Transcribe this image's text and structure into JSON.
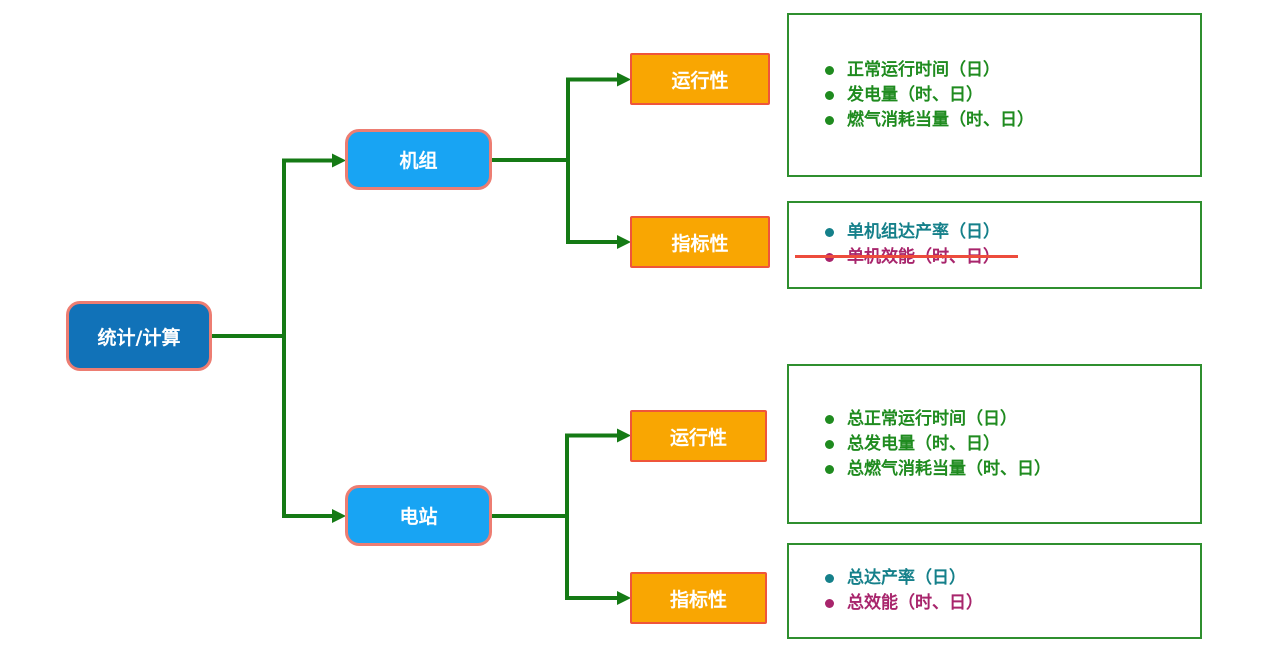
{
  "palette": {
    "background": "#FFFFFF",
    "root_fill": "#1172B8",
    "child_fill": "#18A4F3",
    "orange_fill": "#F9A602",
    "node_border": "#ED7D72",
    "orange_border": "#EF553B",
    "node_text": "#FFFFFF",
    "connector": "#157A15",
    "green_box_border": "#2F8F2F",
    "green": "#1F8B1F",
    "teal": "#15808A",
    "magenta": "#A8256C",
    "strike": "#ED4C3C"
  },
  "nodes": {
    "root": {
      "label": "统计/计算"
    },
    "unit": {
      "label": "机组"
    },
    "station": {
      "label": "电站"
    },
    "unit_operational": {
      "label": "运行性"
    },
    "unit_indicator": {
      "label": "指标性"
    },
    "station_operational": {
      "label": "运行性"
    },
    "station_indicator": {
      "label": "指标性"
    }
  },
  "lists": {
    "unit_operational": {
      "items": [
        {
          "text": "正常运行时间（日）",
          "color": "green"
        },
        {
          "text": "发电量（时、日）",
          "color": "green"
        },
        {
          "text": "燃气消耗当量（时、日）",
          "color": "green"
        }
      ]
    },
    "unit_indicator": {
      "items": [
        {
          "text": "单机组达产率（日）",
          "color": "teal"
        },
        {
          "text": "单机效能（时、日）",
          "color": "magenta",
          "struck": true
        }
      ]
    },
    "station_operational": {
      "items": [
        {
          "text": "总正常运行时间（日）",
          "color": "green"
        },
        {
          "text": "总发电量（时、日）",
          "color": "green"
        },
        {
          "text": "总燃气消耗当量（时、日）",
          "color": "green"
        }
      ]
    },
    "station_indicator": {
      "items": [
        {
          "text": "总达产率（日）",
          "color": "teal"
        },
        {
          "text": "总效能（时、日）",
          "color": "magenta"
        }
      ]
    }
  }
}
